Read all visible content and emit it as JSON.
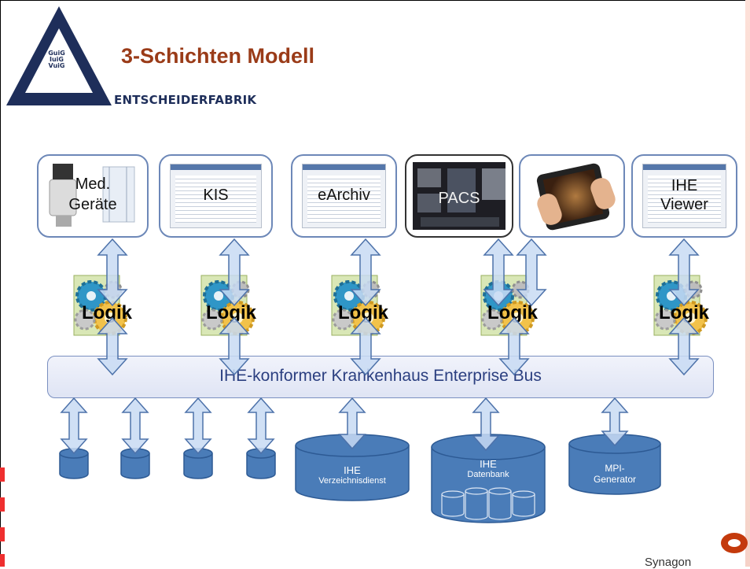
{
  "header": {
    "title": "3-Schichten Modell",
    "brand": "ENTSCHEIDERFABRIK",
    "logo_lines": [
      "GuiG",
      "IuiG",
      "VuiG"
    ]
  },
  "systems": [
    {
      "label": "Med.\nGeräte"
    },
    {
      "label": "KIS"
    },
    {
      "label": "eArchiv"
    },
    {
      "label": "PACS"
    },
    {
      "label": ""
    },
    {
      "label": "IHE\nViewer"
    }
  ],
  "logic_label": "Logik",
  "bus": {
    "label": "IHE-konformer Krankenhaus Enterprise Bus"
  },
  "databases": {
    "verzeichnis": {
      "line1": "IHE",
      "line2": "Verzeichnisdienst"
    },
    "datenbank": {
      "line1": "IHE",
      "line2": "Datenbank"
    },
    "mpi": {
      "line1": "MPI-",
      "line2": "Generator"
    }
  },
  "footer": {
    "company": "Synagon"
  },
  "colors": {
    "title": "#9a3b18",
    "brand": "#1e2e5a",
    "box_border": "#6d88b8",
    "bus_text": "#2b3f80",
    "db_fill": "#4a7cb8",
    "arrow_fill": "#c8daf3",
    "arrow_stroke": "#4d72aa",
    "left_marks": "#ef2f2f"
  }
}
